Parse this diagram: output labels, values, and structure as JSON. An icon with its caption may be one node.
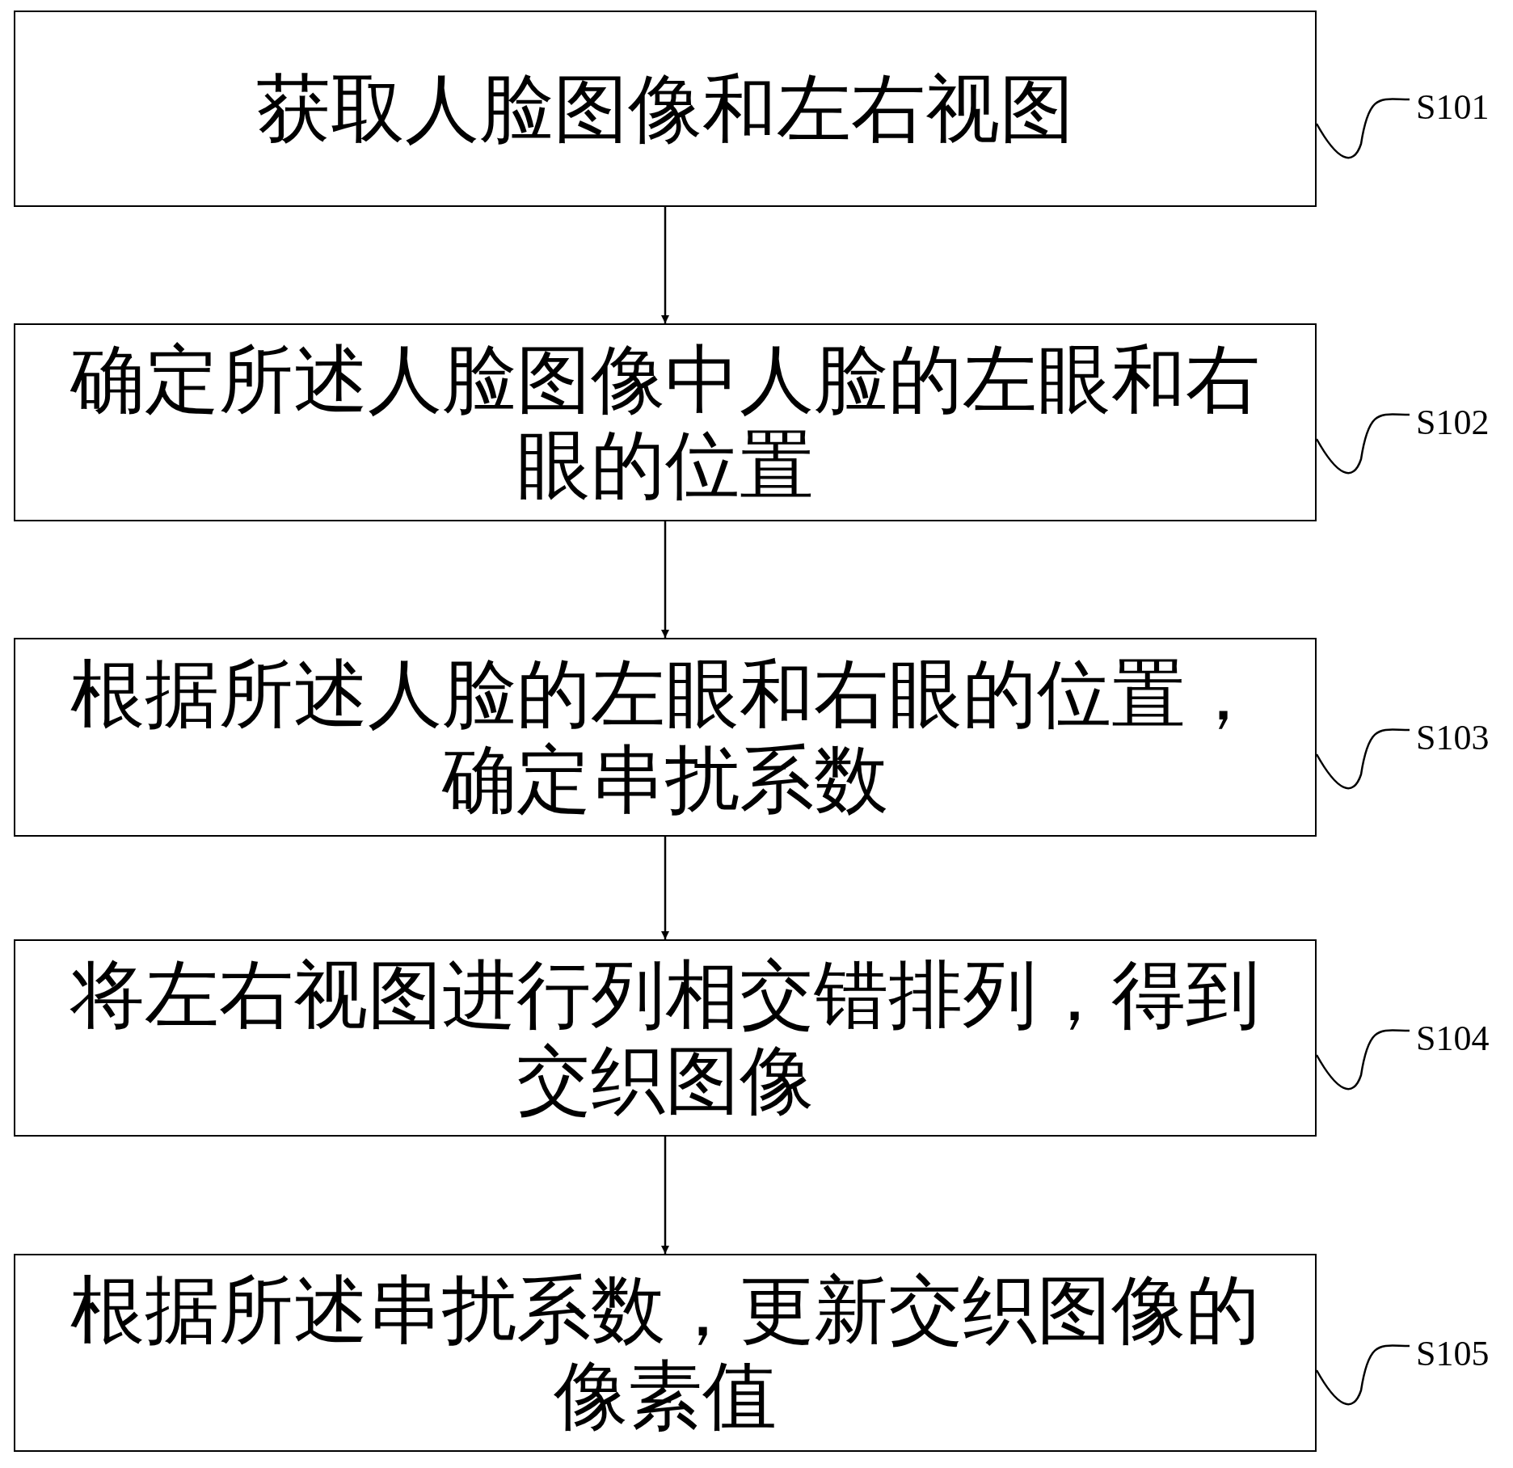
{
  "diagram": {
    "nodes": [
      {
        "text": [
          "获取人脸图像和左右视图"
        ]
      },
      {
        "text": [
          "确定所述人脸图像中人脸的左眼和右眼的位置"
        ]
      },
      {
        "text": [
          "根据所述人脸的左眼和右眼的位置，确定串扰系数"
        ]
      },
      {
        "text": [
          "将左右视图进行列相交错排列，得到交织图像"
        ]
      },
      {
        "text": [
          "根据所述串扰系数，更新交织图像的像素值"
        ]
      },
      {
        "text": [
          "S101"
        ]
      },
      {
        "text": [
          "S102"
        ]
      },
      {
        "text": [
          "S103"
        ]
      },
      {
        "text": [
          "S104"
        ]
      },
      {
        "text": [
          "S105"
        ]
      }
    ],
    "edges": [
      {
        "from": 0,
        "to": 1,
        "arrow": "to"
      },
      {
        "from": 1,
        "to": 2,
        "arrow": "to"
      },
      {
        "from": 2,
        "to": 3,
        "arrow": "to"
      },
      {
        "from": 3,
        "to": 4,
        "arrow": "to"
      },
      {
        "from": 5,
        "to": 0,
        "arrow": "none"
      },
      {
        "from": 6,
        "to": 1,
        "arrow": "none"
      },
      {
        "from": 7,
        "to": 2,
        "arrow": "none"
      },
      {
        "from": 8,
        "to": 3,
        "arrow": "none"
      },
      {
        "from": 9,
        "to": 4,
        "arrow": "none"
      }
    ]
  }
}
